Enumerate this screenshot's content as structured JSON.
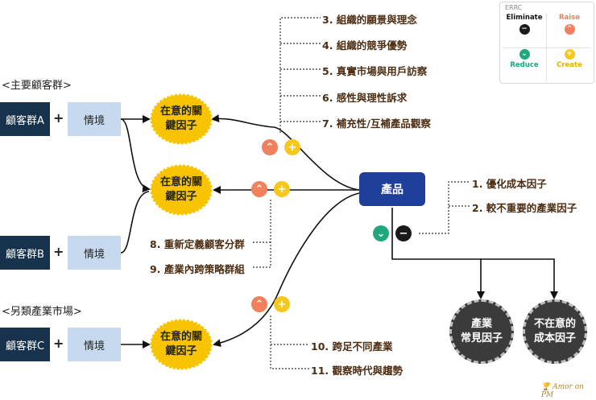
{
  "legend": {
    "title": "ERRC",
    "eliminate": "Eliminate",
    "raise": "Raise",
    "reduce": "Reduce",
    "create": "Create"
  },
  "groups": {
    "main": "<主要顧客群>",
    "other": "<另類產業市場>"
  },
  "customers": {
    "a": "顧客群A",
    "b": "顧客群B",
    "c": "顧客群C",
    "context": "情境",
    "plus": "+"
  },
  "factor_burst": {
    "line1": "在意的關",
    "line2": "鍵因子"
  },
  "product": "產品",
  "notes_top": [
    "3. 組織的願景與理念",
    "4. 組織的競爭優勢",
    "5. 真實市場與用戶訪察",
    "6. 感性與理性訴求",
    "7. 補充性/互補產品觀察"
  ],
  "notes_right": [
    "1. 優化成本因子",
    "2. 較不重要的產業因子"
  ],
  "notes_middle": [
    "8. 重新定義顧客分群",
    "9. 產業內跨策略群組"
  ],
  "notes_bottom": [
    "10. 跨足不同產業",
    "11. 觀察時代與趨勢"
  ],
  "outcomes": {
    "common_line1": "產業",
    "common_line2": "常見因子",
    "irrelevant_line1": "不在意的",
    "irrelevant_line2": "成本因子"
  },
  "icons": {
    "raise": "chevron-up-icon",
    "create": "plus-icon",
    "reduce": "chevron-down-icon",
    "eliminate": "minus-icon"
  },
  "colors": {
    "raise": "#f0805e",
    "create": "#f6c81e",
    "reduce": "#20a87c",
    "eliminate": "#1a1a1a",
    "product": "#1e3f9a",
    "customer": "#17324d",
    "context": "#c7d9ee",
    "burst": "#f8c400"
  },
  "logo": "Amor on PM"
}
